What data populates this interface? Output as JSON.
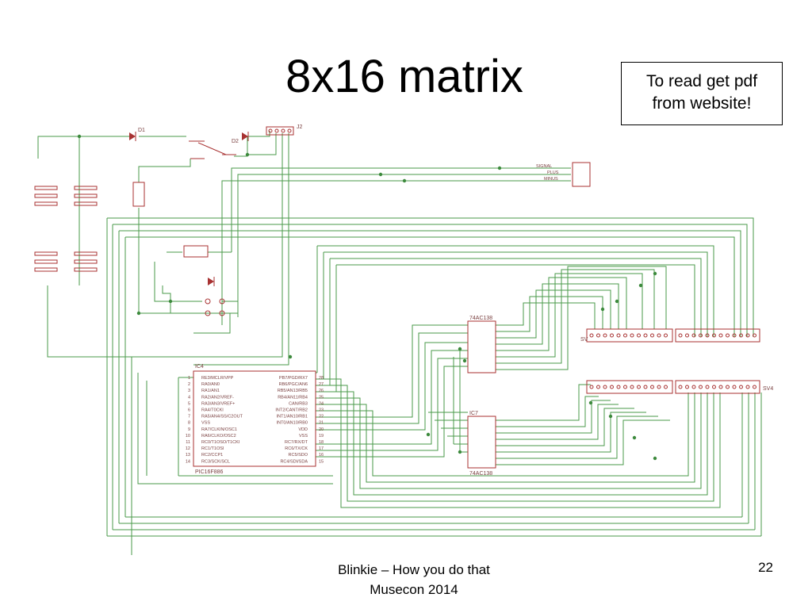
{
  "slide": {
    "title": "8x16 matrix",
    "note_line1": "To read get pdf",
    "note_line2": "from website!",
    "footer_line1": "Blinkie – How you do that",
    "footer_line2": "Musecon 2014",
    "page_number": "22"
  },
  "schematic": {
    "labels": {
      "d1": "D1",
      "d2": "D2",
      "j2": "J2",
      "ic4": "IC4",
      "ic4_part": "PIC16F886",
      "ic6": "74AC138",
      "ic7": "IC7",
      "ic7_part": "74AC138",
      "sv": "SV",
      "sv4": "SV4",
      "signal": "SIGNAL",
      "plus": "PLUS",
      "minus": "MINUS"
    },
    "pic_left_pins": [
      "RE3/MCLR/VPP",
      "RA0/AN0",
      "RA1/AN1",
      "RA2/AN2/VREF-",
      "RA3/AN3/VREF+",
      "RA4/T0CKI",
      "RA5/AN4/SS/C2OUT",
      "VSS",
      "RA7/CLKIN/OSC1",
      "RA6/CLKO/OSC2",
      "RC0/T1OSO/T1CKI",
      "RC1/T1OSI",
      "RC2/CCP1",
      "RC3/SCK/SCL"
    ],
    "pic_right_pins": [
      "PB7/PGD/RX7",
      "RB6/PGC/AN6",
      "RB5/AN13/RB5",
      "RB4/AN11/RB4",
      "CAN/RB3",
      "INT2/CANT/RB2",
      "INT1/AN10/RB1",
      "INT0/AN10/RB0",
      "VDD",
      "VSS",
      "RC7/RX/DT",
      "RC6/TX/CK",
      "RC5/SDO",
      "RC4/SDI/SDA"
    ],
    "pic_left_nums": [
      "1",
      "2",
      "3",
      "4",
      "5",
      "6",
      "7",
      "8",
      "9",
      "10",
      "11",
      "12",
      "13",
      "14"
    ],
    "pic_right_nums": [
      "28",
      "27",
      "26",
      "25",
      "24",
      "23",
      "22",
      "21",
      "20",
      "19",
      "18",
      "17",
      "16",
      "15"
    ]
  },
  "colors": {
    "wire": "#4a9a4a",
    "part": "#a83232"
  }
}
